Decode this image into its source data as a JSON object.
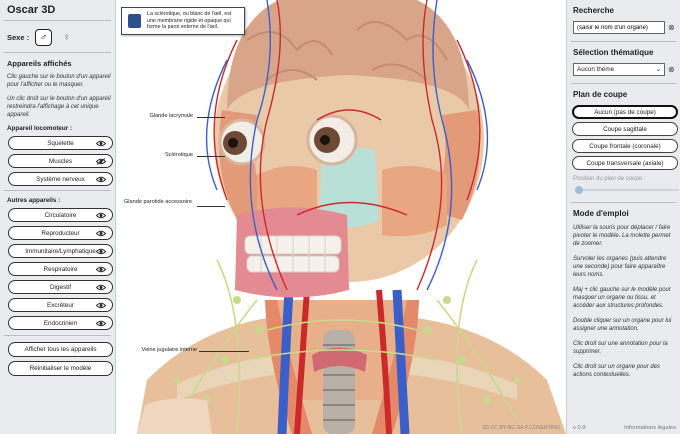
{
  "app": {
    "title": "Oscar 3D"
  },
  "sex": {
    "label": "Sexe :",
    "male_icon": "male-symbol",
    "female_icon": "female-symbol",
    "male_glyph": "♂",
    "female_glyph": "♀"
  },
  "left": {
    "displayed_heading": "Appareils affichés",
    "help1": "Clic gauche sur le bouton d'un appareil pour l'afficher ou le masquer.",
    "help2": "Un clic droit sur le bouton d'un appareil restreindra l'affichage à cet unique appareil.",
    "locomotor_heading": "Appareil locomoteur :",
    "locomotor": [
      {
        "label": "Squelette",
        "icon": "eye-icon"
      },
      {
        "label": "Muscles",
        "icon": "eye-off-icon"
      },
      {
        "label": "Système nerveux",
        "icon": "eye-icon"
      }
    ],
    "other_heading": "Autres appareils :",
    "other": [
      {
        "label": "Circulatoire",
        "icon": "eye-icon"
      },
      {
        "label": "Reproducteur",
        "icon": "eye-icon"
      },
      {
        "label": "Immunitaire/Lymphatique",
        "icon": "eye-icon"
      },
      {
        "label": "Respiratoire",
        "icon": "eye-icon"
      },
      {
        "label": "Digestif",
        "icon": "eye-icon"
      },
      {
        "label": "Excréteur",
        "icon": "eye-icon"
      },
      {
        "label": "Endocrinien",
        "icon": "eye-icon"
      }
    ],
    "show_all": "Afficher tous les appareils",
    "reset": "Réinitialiser le modèle"
  },
  "viewport": {
    "tooltip": "La sclérotique, ou blanc de l'œil, est une membrane rigide et opaque qui forme la paroi externe de l'œil.",
    "labels": {
      "lacrimal": "Glande lacrymale",
      "sclera": "Sclérotique",
      "parotid": "Glande parotide accessoire",
      "jugular": "Veine jugulaire interne"
    },
    "credit": "3D CC BY-NC-SA P.COSENTINO"
  },
  "right": {
    "search_heading": "Recherche",
    "search_value": "(saisir le nom d'un organe)",
    "theme_heading": "Sélection thématique",
    "theme_value": "Aucun thème",
    "cut_heading": "Plan de coupe",
    "cuts": [
      "Aucun (pas de coupe)",
      "Coupe sagittale",
      "Coupe frontale (coronale)",
      "Coupe transversale (axiale)"
    ],
    "cut_active": 0,
    "slider_label": "Position du plan de coupe :",
    "slider_value": 0,
    "mode_heading": "Mode d'emploi",
    "mode": [
      "Utiliser la souris pour déplacer / faire pivoter le modèle. La molette permet de zoomer.",
      "Survoler les organes (puis attendre une seconde) pour faire apparaître leurs noms.",
      "Maj + clic gauche sur le modèle pour masquer un organe ou tissu, et accéder aux structures profondes.",
      "Double cliquer sur un organe pour lui assigner une annotation.",
      "Clic droit sur une annotation pour la supprimer.",
      "Clic droit sur un organe pour des actions contextuelles."
    ],
    "version": "v 0.9",
    "legal": "Informations légales"
  },
  "colors": {
    "panel_bg": "#e9ebee",
    "accent": "#2e4f8e",
    "artery": "#cc2a2a",
    "vein": "#3a5fc8",
    "lymph": "#c8d98a",
    "skin": "#e9c9a8"
  }
}
